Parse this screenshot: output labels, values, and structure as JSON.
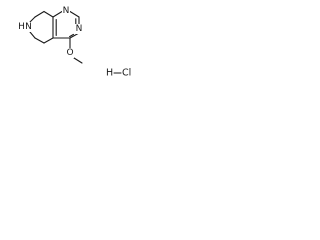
{
  "molecule": {
    "atoms": {
      "n1": "N",
      "n3": "N",
      "nh": "H",
      "nh_n": "N",
      "o": "O"
    },
    "salt": {
      "h": "H",
      "cl": "Cl"
    }
  },
  "colors": {
    "ink": "#1a1a1a",
    "background": "#ffffff"
  }
}
